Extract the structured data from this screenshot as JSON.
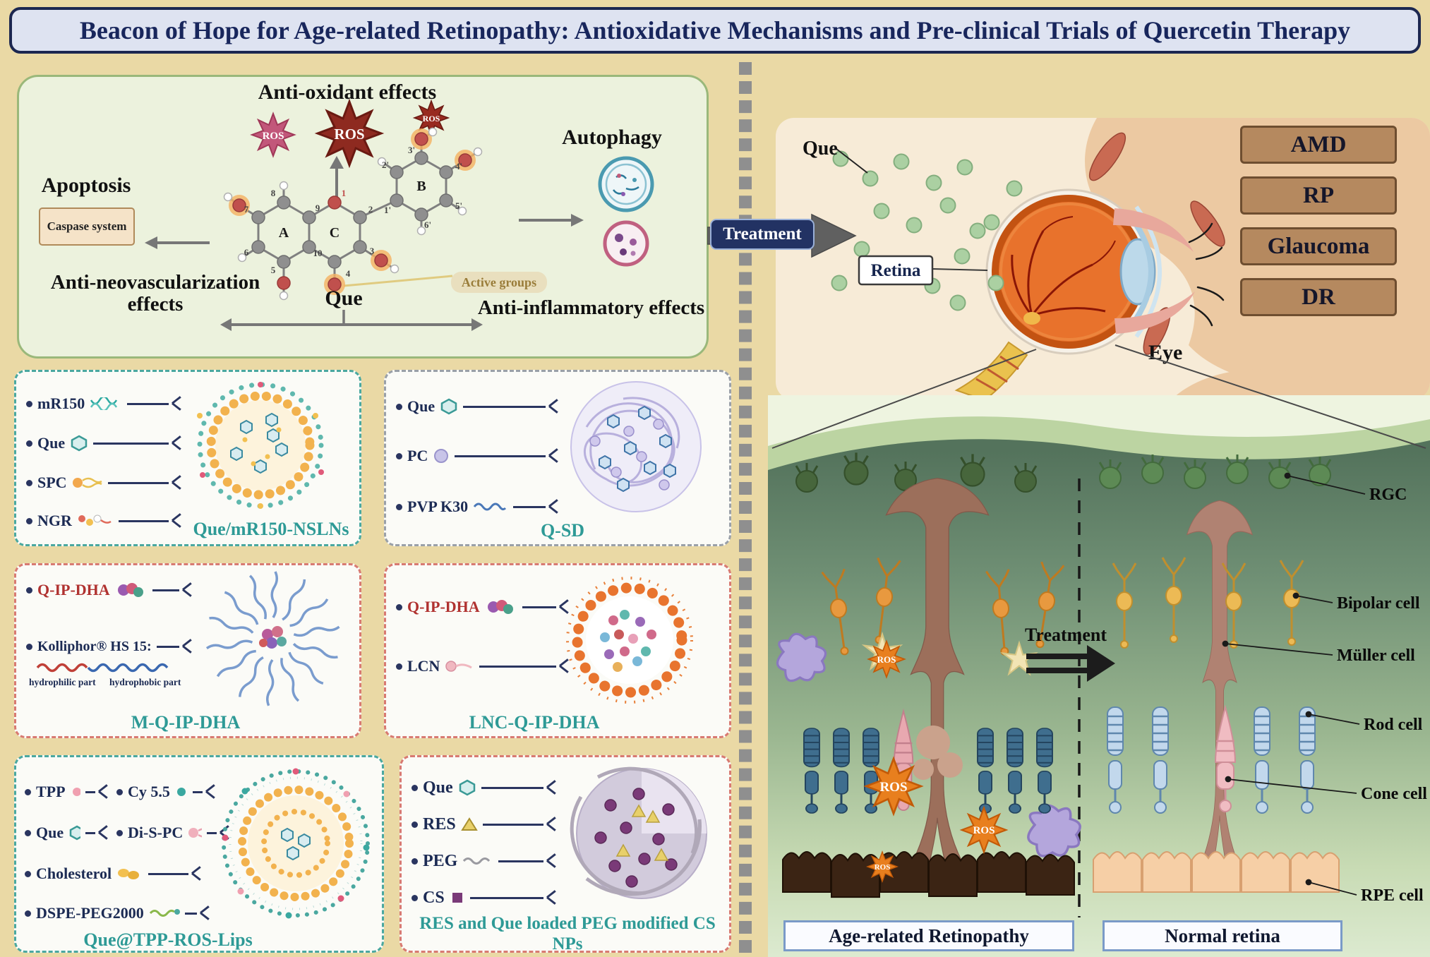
{
  "title": "Beacon of Hope for Age-related Retinopathy: Antioxidative Mechanisms and Pre-clinical Trials of Quercetin Therapy",
  "mechanism": {
    "antioxidant": "Anti-oxidant effects",
    "ros": "ROS",
    "autophagy": "Autophagy",
    "apoptosis": "Apoptosis",
    "caspase": "Caspase system",
    "anti_neovascularization": "Anti-neovascularization effects",
    "anti_inflammatory": "Anti-inflammatory effects",
    "que": "Que",
    "active_groups": "Active groups",
    "rings": {
      "a": "A",
      "b": "B",
      "c": "C"
    },
    "numbers": [
      "1",
      "2",
      "3",
      "4",
      "5",
      "6",
      "7",
      "8",
      "9",
      "10",
      "1'",
      "2'",
      "3'",
      "4'",
      "5'",
      "6'"
    ]
  },
  "formulations": [
    {
      "legend": [
        "mR150",
        "Que",
        "SPC",
        "NGR"
      ],
      "name": "Que/mR150-NSLNs"
    },
    {
      "legend": [
        "Que",
        "PC",
        "PVP K30"
      ],
      "name": "Q-SD"
    },
    {
      "legend": [
        "Q-IP-DHA",
        "Kolliphor® HS 15:"
      ],
      "sub": [
        "hydrophilic part",
        "hydrophobic part"
      ],
      "name": "M-Q-IP-DHA"
    },
    {
      "legend": [
        "Q-IP-DHA",
        "LCN"
      ],
      "name": "LNC-Q-IP-DHA"
    },
    {
      "legend": [
        "TPP",
        "Cy 5.5",
        "Que",
        "Di-S-PC",
        "Cholesterol",
        "DSPE-PEG2000"
      ],
      "name": "Que@TPP-ROS-Lips"
    },
    {
      "legend": [
        "Que",
        "RES",
        "PEG",
        "CS"
      ],
      "name": "RES and Que loaded PEG modified CS NPs"
    }
  ],
  "treatment_label": "Treatment",
  "eye_panel": {
    "que": "Que",
    "retina": "Retina",
    "eye": "Eye",
    "diseases": [
      "AMD",
      "RP",
      "Glaucoma",
      "DR"
    ]
  },
  "retina_panel": {
    "treatment": "Treatment",
    "ros": "ROS",
    "diseased_label": "Age-related Retinopathy",
    "normal_label": "Normal retina",
    "cell_labels": [
      "RGC",
      "Bipolar cell",
      "Müller cell",
      "Rod cell",
      "Cone cell",
      "RPE cell"
    ]
  },
  "colors": {
    "accent_teal": "#2e9a96",
    "navy": "#18265c",
    "tan": "#ead9a5",
    "orange_ros": "#e87f1e"
  }
}
